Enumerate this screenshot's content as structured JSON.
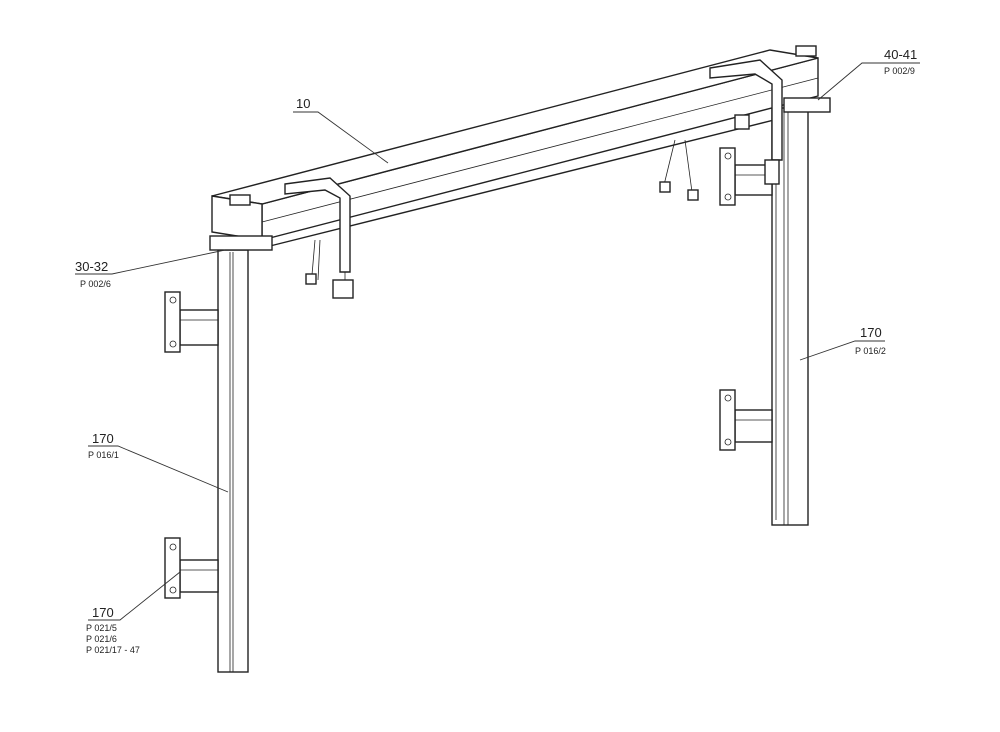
{
  "drawing": {
    "callouts": [
      {
        "id": "10",
        "refs": []
      },
      {
        "id": "40-41",
        "refs": [
          "P 002/9"
        ]
      },
      {
        "id": "30-32",
        "refs": [
          "P 002/6"
        ]
      },
      {
        "id": "170",
        "refs": [
          "P 016/2"
        ]
      },
      {
        "id": "170",
        "refs": [
          "P 016/1"
        ]
      },
      {
        "id": "170",
        "refs": [
          "P 021/5",
          "P 021/6",
          "P 021/17 - 47"
        ]
      }
    ]
  }
}
